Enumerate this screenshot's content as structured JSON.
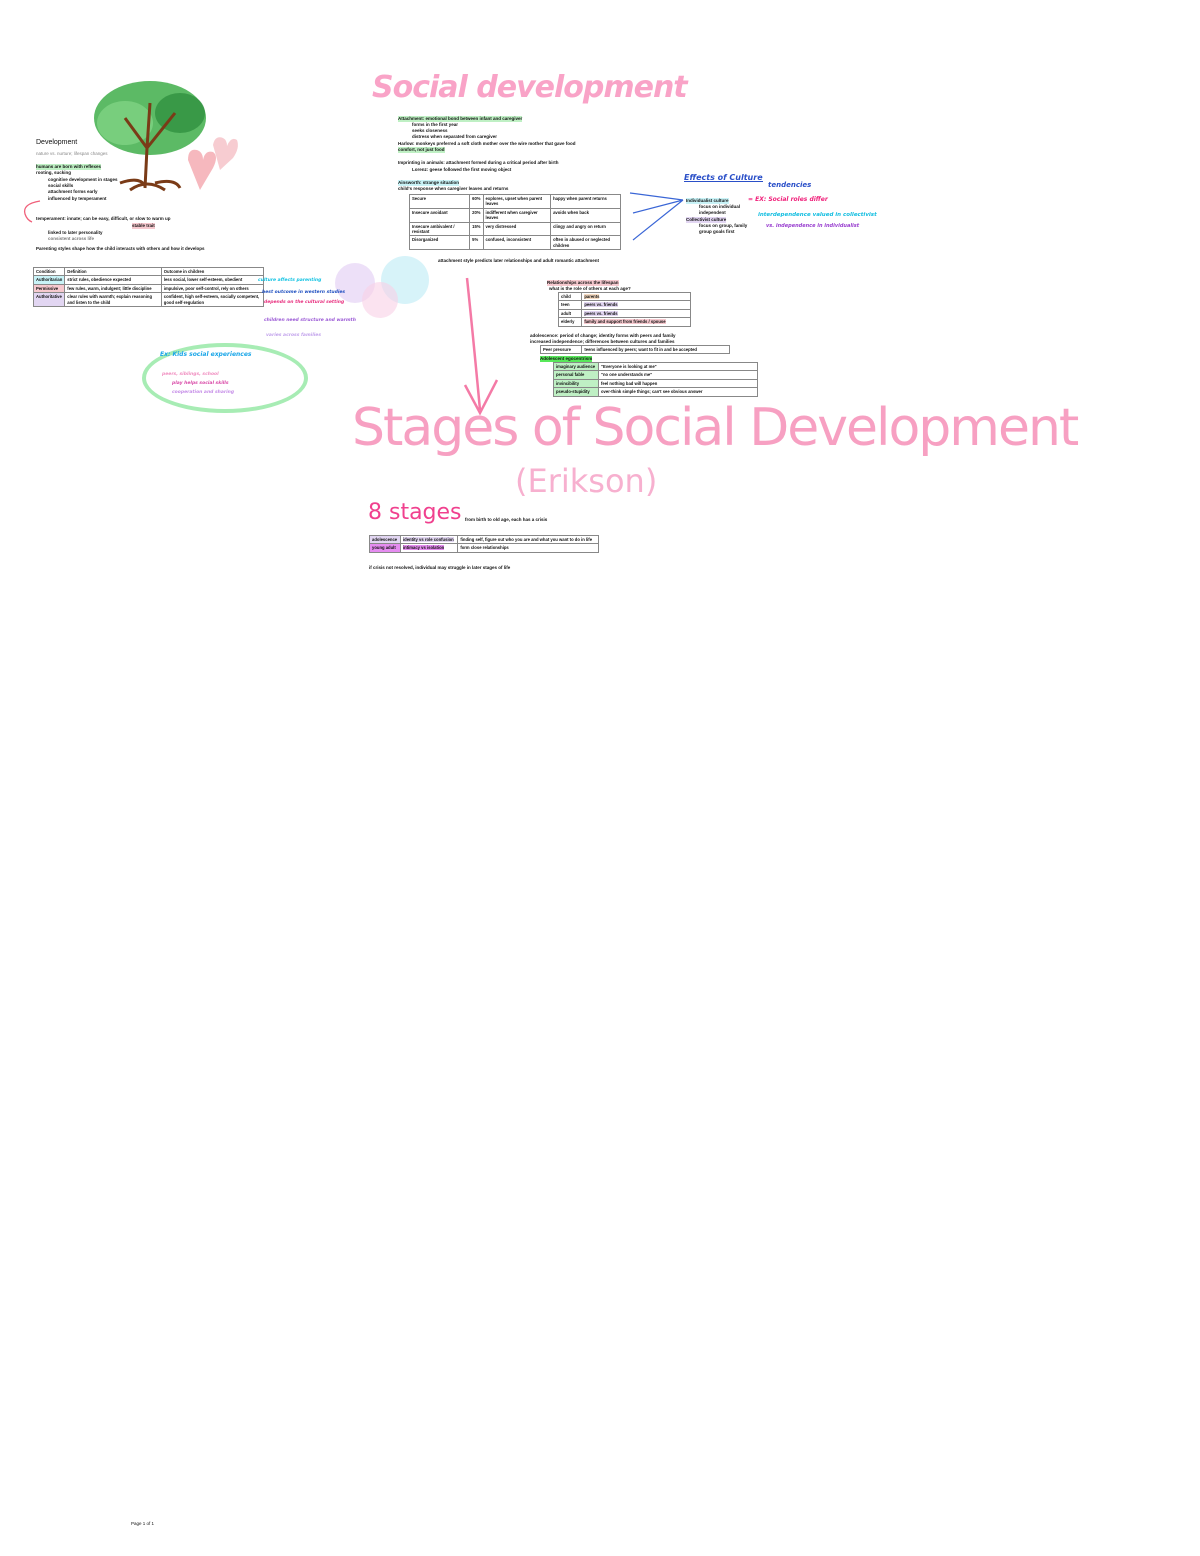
{
  "headings": {
    "social": "Social development",
    "stages": "Stages of Social Development",
    "erikson": "(Erikson)",
    "eight": "8 stages",
    "eight_note": "from birth to old age, each has a crisis"
  },
  "left": {
    "title": "Development",
    "subtitle": "nature vs. nurture; lifespan changes",
    "lines": [
      "humans are born with reflexes",
      "rooting, sucking",
      "cognitive development in stages",
      "social skills",
      "attachment forms early",
      "influenced by temperament"
    ],
    "arrow_line": "temperament: innate; can be easy, difficult, or slow to warm up",
    "arrow_note": "stable trait",
    "sub_line": "linked to later personality",
    "sub_line2": "consistent across life",
    "summary": "Parenting styles shape how the child interacts with others and how it develops",
    "table": {
      "headers": [
        "Condition",
        "Definition",
        "Outcome in children"
      ],
      "rows": [
        [
          "Authoritarian",
          "strict rules, obedience expected",
          "less social, lower self-esteem, obedient"
        ],
        [
          "Permissive",
          "few rules, warm, indulgent; little discipline",
          "impulsive, poor self-control, rely on others"
        ],
        [
          "Authoritative",
          "clear rules with warmth; explain reasoning and listen to the child",
          "confident, high self-esteem, socially competent, good self-regulation"
        ]
      ]
    },
    "side_notes": [
      "culture affects parenting",
      "best outcome in western studies",
      "depends on the cultural setting",
      "children need structure and warmth",
      "varies across families"
    ],
    "circle_title": "Ex: Kids social experiences",
    "circle_lines": [
      "peers, siblings, school",
      "play helps social skills",
      "cooperation and sharing"
    ]
  },
  "center": {
    "lines": [
      "Attachment: emotional bond between infant and caregiver",
      "forms in the first year",
      "seeks closeness",
      "distress when separated from caregiver",
      "Harlow: monkeys preferred a soft cloth mother over the wire mother that gave food",
      "comfort, not just food",
      "Imprinting in animals: attachment formed during a critical period after birth",
      "Lorenz: geese followed the first moving object"
    ],
    "ainsworth": "Ainsworth: strange situation",
    "ainsworth_sub": "child's response when caregiver leaves and returns",
    "table": {
      "rows": [
        [
          "Secure",
          "60%",
          "explores, upset when parent leaves",
          "happy when parent returns"
        ],
        [
          "Insecure avoidant",
          "20%",
          "indifferent when caregiver leaves",
          "avoids when back"
        ],
        [
          "Insecure ambivalent / resistant",
          "15%",
          "very distressed",
          "clingy and angry on return"
        ],
        [
          "Disorganized",
          "5%",
          "confused, inconsistent",
          "often in abused or neglected children"
        ]
      ]
    },
    "table_note": "attachment style predicts later relationships and adult romantic attachment"
  },
  "culture": {
    "title": "Effects of Culture",
    "tendencies": "tendencies",
    "items": [
      "Individualist culture",
      "focus on individual",
      "independent",
      "Collectivist culture",
      "focus on group, family",
      "group goals first"
    ],
    "note_pink": "= EX: Social roles differ",
    "note_cyan": "interdependence valued in collectivist",
    "note_purple": "vs. independence in individualist"
  },
  "relationships": {
    "title": "Relationships across the lifespan",
    "sub": "what is the role of others at each age?",
    "rows": [
      [
        "child",
        "parents"
      ],
      [
        "teen",
        "peers vs. friends"
      ],
      [
        "adult",
        "peers vs. friends"
      ],
      [
        "elderly",
        "family and support from friends / spouse"
      ]
    ],
    "lines": [
      "adolescence: period of change; identity forms with peers and family",
      "increased independence; differences between cultures and families"
    ],
    "box": [
      "Peer pressure",
      "teens influenced by peers; want to fit in and be accepted"
    ],
    "types_title": "Adolescent egocentrism",
    "types": [
      [
        "imaginary audience",
        "\"Everyone is looking at me\""
      ],
      [
        "personal fable",
        "\"no one understands me\""
      ],
      [
        "invincibility",
        "feel nothing bad will happen"
      ],
      [
        "pseudo-stupidity",
        "over-think simple things; can't see obvious answer"
      ]
    ]
  },
  "stages_table": {
    "rows": [
      [
        "adolescence",
        "identity vs role confusion",
        "finding self, figure out who you are and what you want to do in life"
      ],
      [
        "young adult",
        "intimacy vs isolation",
        "form close relationships"
      ]
    ],
    "note": "if crisis not resolved, individual may struggle in later stages of life"
  },
  "footer": "Page 1 of 1"
}
